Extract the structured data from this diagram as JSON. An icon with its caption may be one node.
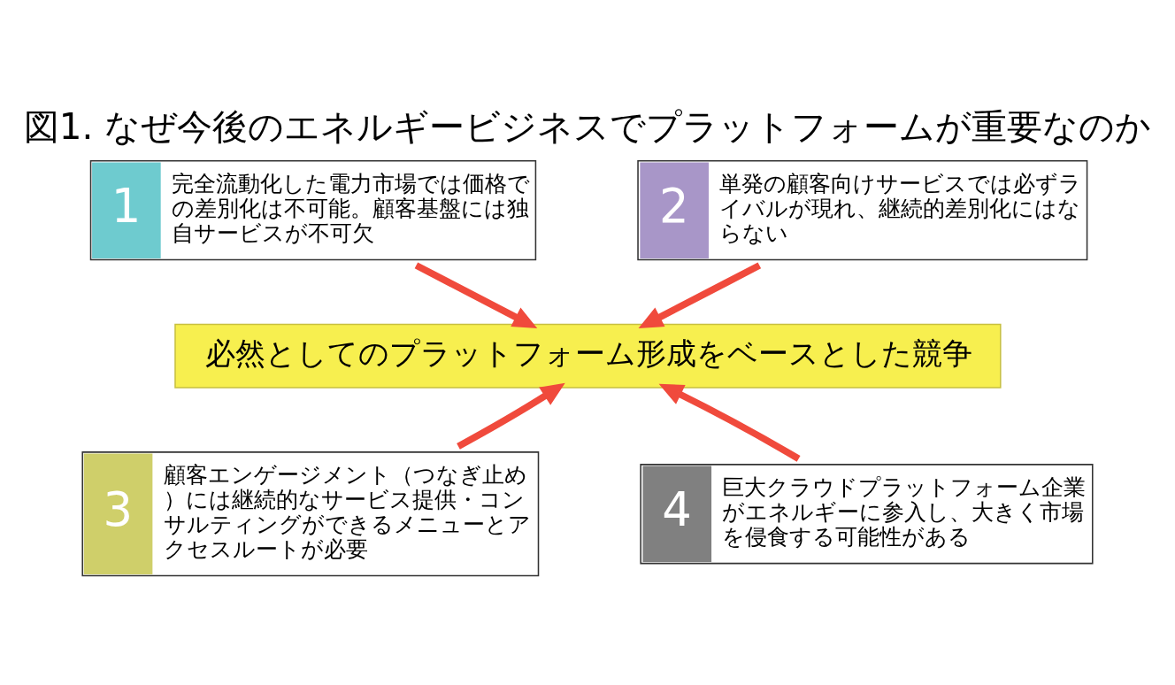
{
  "diagram": {
    "title": "図1. なぜ今後のエネルギービジネスでプラットフォームが重要なのか",
    "nodes": [
      {
        "text": [
          "1",
          "完全流動化した電力市場では価格での差別化は不可能。顧客基盤には独自サービスが不可欠"
        ]
      },
      {
        "text": [
          "2",
          "単発の顧客向けサービスでは必ずライバルが現れ、継続的差別化にはならない"
        ]
      },
      {
        "text": [
          "必然としてのプラットフォーム形成をベースとした競争"
        ]
      },
      {
        "text": [
          "3",
          "顧客エンゲージメント（つなぎ止め）には継続的なサービス提供・コンサルティングができるメニューとアクセスルートが必要"
        ]
      },
      {
        "text": [
          "4",
          "巨大クラウドプラットフォーム企業がエネルギーに参入し、大きく市場を侵食する可能性がある"
        ]
      }
    ],
    "edges": [
      {
        "from": 0,
        "to": 2,
        "arrow": "to"
      },
      {
        "from": 1,
        "to": 2,
        "arrow": "to"
      },
      {
        "from": 3,
        "to": 2,
        "arrow": "to"
      },
      {
        "from": 4,
        "to": 2,
        "arrow": "to"
      }
    ]
  }
}
